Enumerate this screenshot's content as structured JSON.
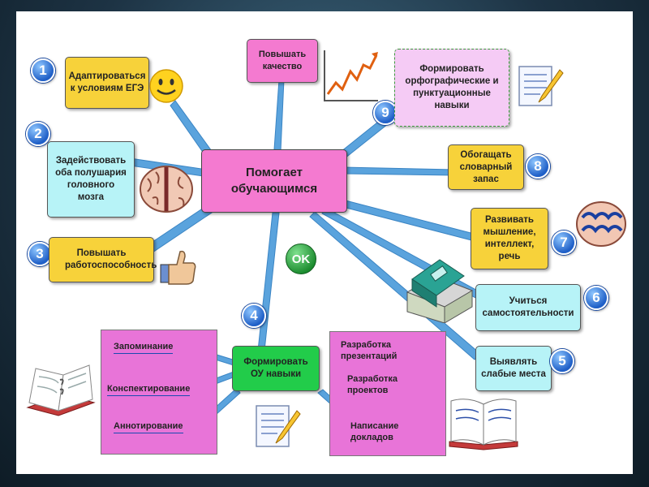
{
  "center": "Помогает обучающимся",
  "ok": "OK",
  "nodes": {
    "n1": {
      "num": "1",
      "text": "Адаптироваться к условиям ЕГЭ"
    },
    "n2": {
      "num": "2",
      "text": "Задействовать оба полушария головного мозга"
    },
    "n3": {
      "num": "3",
      "text": "Повышать работоспособность"
    },
    "n4": {
      "num": "4",
      "text": "Формировать ОУ навыки"
    },
    "n5": {
      "num": "5",
      "text": "Выявлять слабые места"
    },
    "n6": {
      "num": "6",
      "text": "Учиться самостоятельности"
    },
    "n7": {
      "num": "7",
      "text": "Развивать мышление, интеллект, речь"
    },
    "n8": {
      "num": "8",
      "text": "Обогащать словарный запас"
    },
    "n9": {
      "num": "9",
      "text": "Формировать орфографические и пунктуационные навыки"
    },
    "top": {
      "text": "Повышать качество"
    }
  },
  "left_panel": [
    "Запоминание",
    "Конспектирование",
    "Аннотирование"
  ],
  "right_panel": [
    "Разработка презентаций",
    "Разработка проектов",
    "Написание докладов"
  ],
  "colors": {
    "pink": "#f47ad0",
    "yellow": "#f7d23a",
    "cyan": "#b7f3f7",
    "green": "#22cc4a",
    "ray": "#5aa3dd"
  },
  "icons": [
    "smiley-icon",
    "brain-icon",
    "thumbs-up-icon",
    "growth-chart-icon",
    "document-pencil-icon",
    "brain-icon",
    "book-stack-icon",
    "open-book-icon",
    "notebook-icon"
  ]
}
